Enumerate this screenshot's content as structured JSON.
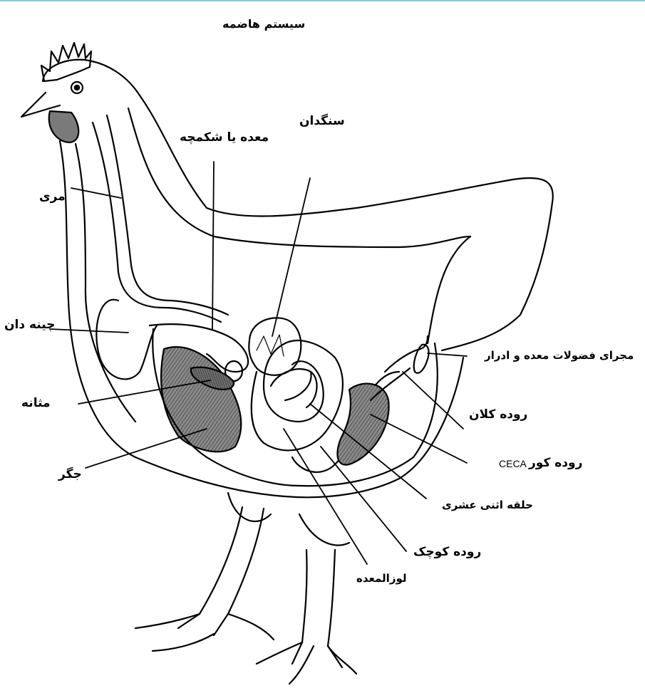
{
  "title": "سیستم هاضمه",
  "labels": {
    "gizzard": "سنگدان",
    "stomach": "معده یا شکمچه",
    "esophagus": "مری",
    "crop": "چینه دان",
    "bladder": "مثانه",
    "liver": "جگر",
    "cloaca": "مجرای فضولات معده و ادرار",
    "large_intestine": "روده کلان",
    "ceca_fa": "روده کور",
    "ceca_en": "CECA",
    "duodenal_loop": "حلقه اثنی عشری",
    "small_intestine": "روده کوچک",
    "pancreas": "لوزالمعده"
  },
  "colors": {
    "line": "#000000",
    "hatch": "#555555",
    "top_border": "#7fd0d8"
  }
}
